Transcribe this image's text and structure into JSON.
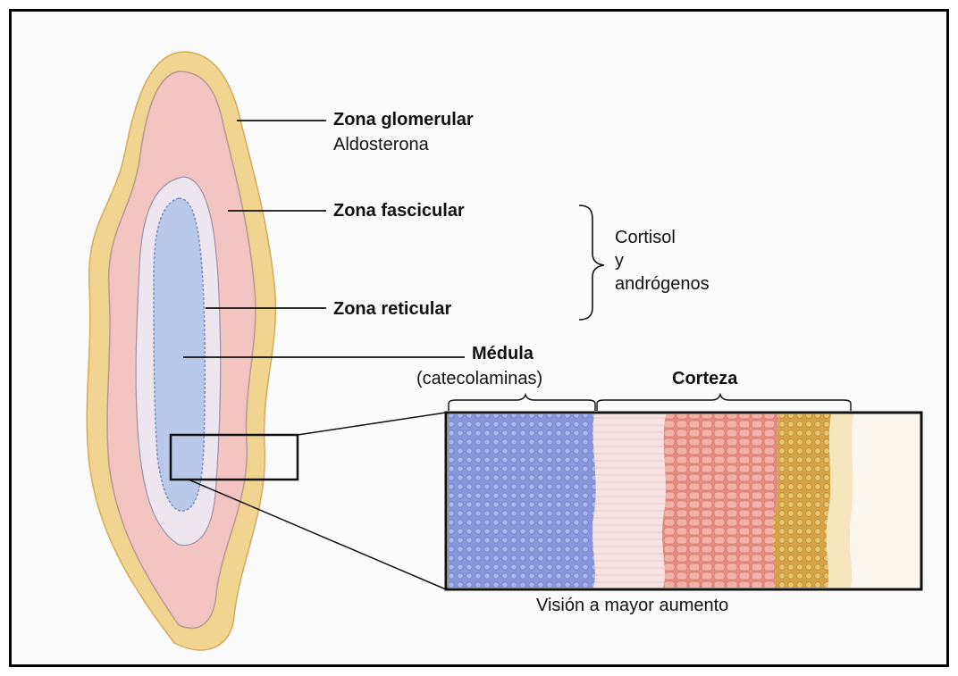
{
  "labels": {
    "glomerular": "Zona glomerular",
    "glomerular_hormone": "Aldosterona",
    "fascicular": "Zona fascicular",
    "reticular": "Zona reticular",
    "hormone_group_line1": "Cortisol",
    "hormone_group_line2": "y",
    "hormone_group_line3": "andrógenos",
    "medulla": "Médula",
    "medulla_hormone": "(catecolaminas)",
    "cortex": "Corteza",
    "magnified_caption": "Visión a mayor aumento"
  },
  "colors": {
    "capsule": "#f0d48f",
    "glomerular": "#f2c6c4",
    "fascicular": "#ece6ee",
    "medulla": "#b5c6e6",
    "medulla_cells": "#7f8fd6",
    "fascicular_cells": "#f4d9d9",
    "reticular_cells": "#e99a8e",
    "glomerular_cells": "#d9aa4c",
    "capsule_band": "#f3e7bc"
  }
}
